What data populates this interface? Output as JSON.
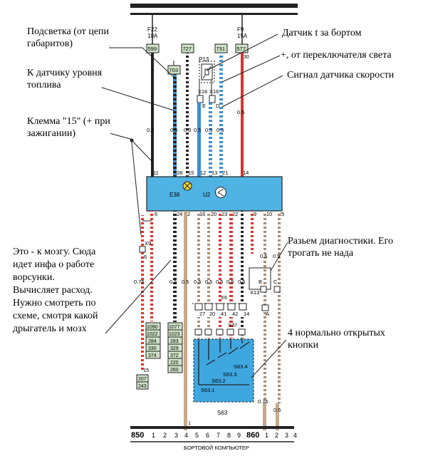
{
  "annotations": {
    "backlight": [
      "Подсветка (от цепи",
      "габаритов)"
    ],
    "temp_sensor": "Датчик t за бортом",
    "light_switch": "+, от переключателя света",
    "fuel_sensor": [
      "К датчику уровня",
      "топлива"
    ],
    "speed_sensor": "Сигнал датчика скорости",
    "ignition": [
      "Клемма \"15\" (+ при",
      "зажигании)"
    ],
    "brain": [
      "Это - к мозгу. Сюда",
      "идет инфа о работе",
      "ворсунки.",
      "Вычисляет расход.",
      "Нужно смотреть по",
      "схеме, смотря какой",
      "дрыгатель и мозх"
    ],
    "diagnostic": [
      "Разьем диагностики. Его",
      "трогать не нада"
    ],
    "buttons": [
      "4 нормально открытых",
      "кнопки"
    ]
  },
  "top": {
    "fuse_f22": [
      "F22",
      "10A"
    ],
    "fuse_f9": [
      "F9",
      "15A"
    ],
    "box_599": "599",
    "box_727": "727",
    "box_731": "731",
    "box_577": "577",
    "box_703": "703",
    "p13": "P13",
    "x16": "X16",
    "pin_e": "E",
    "pin_d": "D",
    "num_30": "30"
  },
  "wire_sizes": {
    "s05": "0.5",
    "s075": "0.75"
  },
  "unit": {
    "e38": "E38",
    "u2": "U2",
    "top_pins": [
      "11",
      "28",
      "15",
      "12",
      "13",
      "21",
      "14"
    ],
    "bottom_pins": [
      "6",
      "24",
      "2",
      "16",
      "20",
      "23",
      "22",
      "9",
      "10",
      "25"
    ]
  },
  "left_boxes": {
    "x9": "X9",
    "pin6": "6",
    "pin15": "15",
    "stack1": [
      "1090",
      "1022",
      "284",
      "330",
      "374"
    ],
    "stack2": [
      "1077",
      "1023",
      "283",
      "329",
      "372",
      "220",
      "260"
    ],
    "stack3": [
      "207",
      "243"
    ]
  },
  "connectors": {
    "x6": "X6",
    "x6_pins": [
      "27",
      "20",
      "41",
      "42"
    ],
    "x13": "X13",
    "x13_pins": [
      "B",
      "C",
      "A"
    ],
    "num_14": "14",
    "x37": "X37"
  },
  "switches": {
    "s63": "S63",
    "s63_1": "S63.1",
    "s63_2": "S63.2",
    "s63_3": "S63.3",
    "s63_4": "S63.4"
  },
  "bottom": {
    "block_850": "850",
    "block_860": "860",
    "pins_850": [
      "1",
      "2",
      "3",
      "4",
      "5",
      "6",
      "7",
      "8",
      "9"
    ],
    "pins_860": [
      "1",
      "2",
      "3",
      "4"
    ],
    "caption": "БОРТОВОЙ КОМПЬЮТЕР",
    "num_1": "1"
  },
  "colors": {
    "unit_fill": "#4fb3e3",
    "switch_fill": "#3fa7df",
    "wire_red": "#e0312a",
    "wire_blue": "#3a8fd6",
    "wire_tan": "#c8a88a",
    "label_box": "#cfe3c7"
  }
}
